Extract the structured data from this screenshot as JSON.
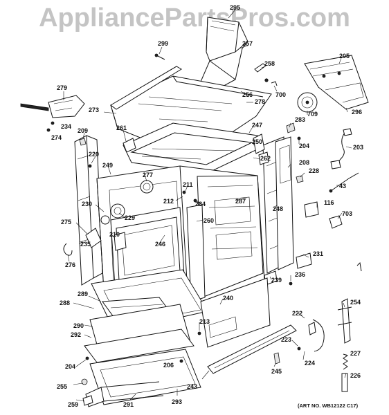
{
  "watermark": "AppliancePartsPros.com",
  "art_number": "(ART NO. WB12122 C17)",
  "parts": [
    {
      "id": "295",
      "label": "295"
    },
    {
      "id": "299",
      "label": "299"
    },
    {
      "id": "257",
      "label": "257"
    },
    {
      "id": "258",
      "label": "258"
    },
    {
      "id": "205",
      "label": "205"
    },
    {
      "id": "279",
      "label": "279"
    },
    {
      "id": "700",
      "label": "700"
    },
    {
      "id": "256",
      "label": "256"
    },
    {
      "id": "278",
      "label": "278"
    },
    {
      "id": "273",
      "label": "273"
    },
    {
      "id": "709",
      "label": "709"
    },
    {
      "id": "296",
      "label": "296"
    },
    {
      "id": "234",
      "label": "234"
    },
    {
      "id": "274",
      "label": "274"
    },
    {
      "id": "209",
      "label": "209"
    },
    {
      "id": "261",
      "label": "261"
    },
    {
      "id": "247",
      "label": "247"
    },
    {
      "id": "283",
      "label": "283"
    },
    {
      "id": "250",
      "label": "250"
    },
    {
      "id": "204a",
      "label": "204"
    },
    {
      "id": "203",
      "label": "203"
    },
    {
      "id": "220",
      "label": "220"
    },
    {
      "id": "262",
      "label": "262"
    },
    {
      "id": "208",
      "label": "208"
    },
    {
      "id": "249",
      "label": "249"
    },
    {
      "id": "277",
      "label": "277"
    },
    {
      "id": "228",
      "label": "228"
    },
    {
      "id": "211",
      "label": "211"
    },
    {
      "id": "43",
      "label": "43"
    },
    {
      "id": "212",
      "label": "212"
    },
    {
      "id": "284",
      "label": "284"
    },
    {
      "id": "287",
      "label": "287"
    },
    {
      "id": "230",
      "label": "230"
    },
    {
      "id": "116",
      "label": "116"
    },
    {
      "id": "248",
      "label": "248"
    },
    {
      "id": "229",
      "label": "229"
    },
    {
      "id": "703",
      "label": "703"
    },
    {
      "id": "275",
      "label": "275"
    },
    {
      "id": "260",
      "label": "260"
    },
    {
      "id": "210",
      "label": "210"
    },
    {
      "id": "246",
      "label": "246"
    },
    {
      "id": "235",
      "label": "235"
    },
    {
      "id": "231",
      "label": "231"
    },
    {
      "id": "276",
      "label": "276"
    },
    {
      "id": "239",
      "label": "239"
    },
    {
      "id": "236",
      "label": "236"
    },
    {
      "id": "289",
      "label": "289"
    },
    {
      "id": "240",
      "label": "240"
    },
    {
      "id": "254",
      "label": "254"
    },
    {
      "id": "288",
      "label": "288"
    },
    {
      "id": "222",
      "label": "222"
    },
    {
      "id": "213",
      "label": "213"
    },
    {
      "id": "290",
      "label": "290"
    },
    {
      "id": "292",
      "label": "292"
    },
    {
      "id": "223",
      "label": "223"
    },
    {
      "id": "227",
      "label": "227"
    },
    {
      "id": "224",
      "label": "224"
    },
    {
      "id": "204b",
      "label": "204"
    },
    {
      "id": "206",
      "label": "206"
    },
    {
      "id": "245",
      "label": "245"
    },
    {
      "id": "226",
      "label": "226"
    },
    {
      "id": "255",
      "label": "255"
    },
    {
      "id": "243",
      "label": "243"
    },
    {
      "id": "259",
      "label": "259"
    },
    {
      "id": "291",
      "label": "291"
    },
    {
      "id": "293",
      "label": "293"
    }
  ]
}
